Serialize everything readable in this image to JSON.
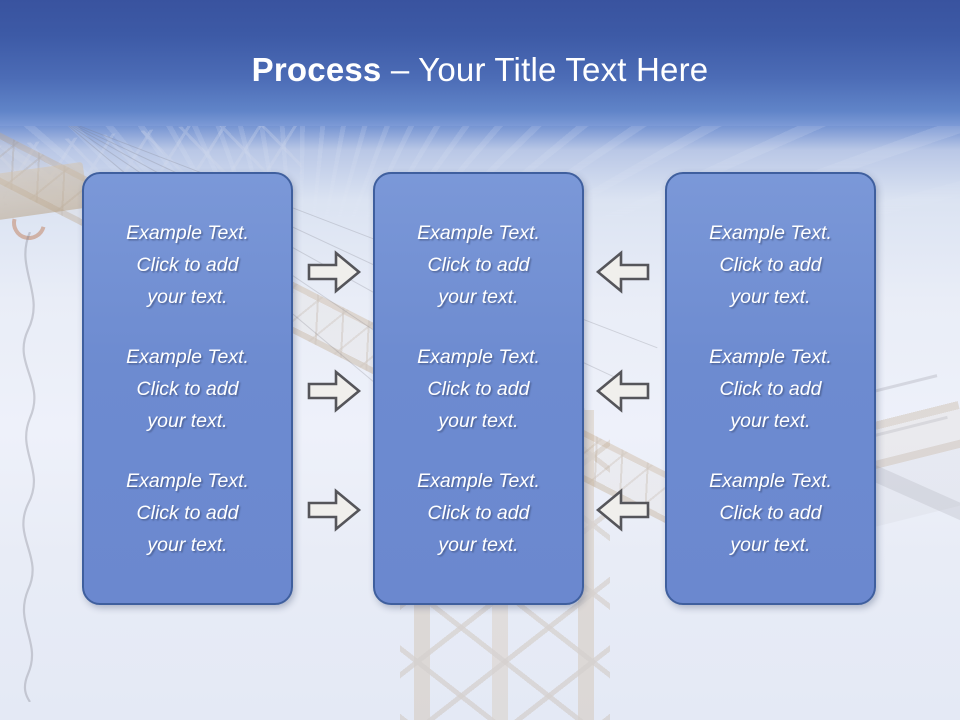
{
  "slide": {
    "title_bold": "Process",
    "title_rest": " – Your Title Text Here",
    "colors": {
      "header_band": "#3d5aa6",
      "box_fill": "#6d8bd0",
      "box_border": "#3f5f9e",
      "text": "#ffffff",
      "arrow_fill": "#efefef",
      "arrow_stroke": "#55555a",
      "background": "#e9edf7"
    }
  },
  "columns": [
    {
      "name": "column-left",
      "cells": [
        "Example Text.\nClick  to add\nyour text.",
        "Example Text.\nClick  to add\nyour text.",
        "Example Text.\nClick  to add\nyour text."
      ]
    },
    {
      "name": "column-middle",
      "cells": [
        "Example Text.\nClick  to add\nyour text.",
        "Example Text.\nClick  to add\nyour text.",
        "Example Text.\nClick  to add\nyour text."
      ]
    },
    {
      "name": "column-right",
      "cells": [
        "Example Text.\nClick  to add\nyour text.",
        "Example Text.\nClick  to add\nyour text.",
        "Example Text.\nClick  to add\nyour text."
      ]
    }
  ],
  "connectors": [
    {
      "name": "arrow-right-row-1",
      "icon": "arrow-right-icon",
      "direction": "right",
      "row": 1
    },
    {
      "name": "arrow-right-row-2",
      "icon": "arrow-right-icon",
      "direction": "right",
      "row": 2
    },
    {
      "name": "arrow-right-row-3",
      "icon": "arrow-right-icon",
      "direction": "right",
      "row": 3
    },
    {
      "name": "arrow-left-row-1",
      "icon": "arrow-left-icon",
      "direction": "left",
      "row": 1
    },
    {
      "name": "arrow-left-row-2",
      "icon": "arrow-left-icon",
      "direction": "left",
      "row": 2
    },
    {
      "name": "arrow-left-row-3",
      "icon": "arrow-left-icon",
      "direction": "left",
      "row": 3
    }
  ],
  "background": {
    "description": "construction-crane-photo"
  }
}
